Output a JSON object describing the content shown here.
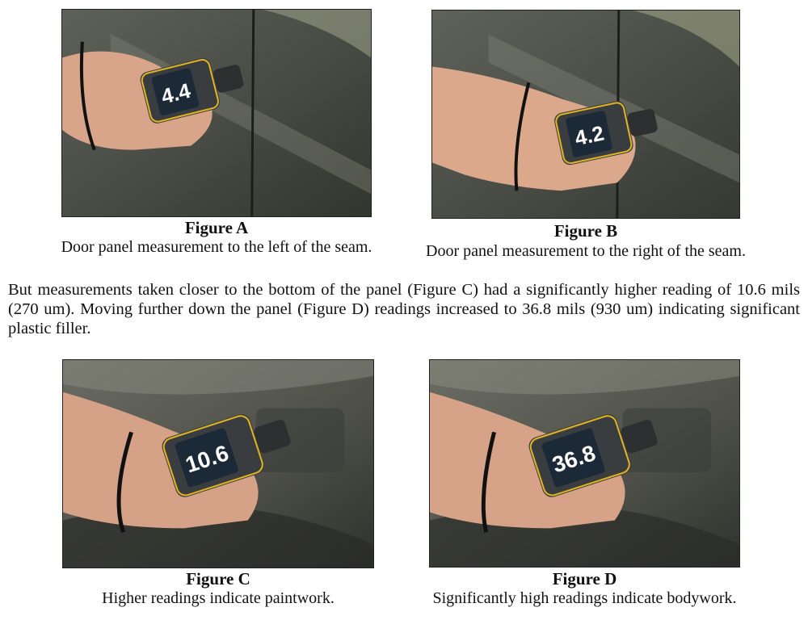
{
  "figures": [
    {
      "title": "Figure A",
      "caption": "Door panel measurement to the left of the seam.",
      "reading": "4.4"
    },
    {
      "title": "Figure B",
      "caption": "Door panel measurement to the right of the seam.",
      "reading": "4.2"
    },
    {
      "title": "Figure C",
      "caption": "Higher readings indicate paintwork.",
      "reading": "10.6"
    },
    {
      "title": "Figure D",
      "caption": "Significantly high readings indicate bodywork.",
      "reading": "36.8"
    }
  ],
  "paragraph": "But measurements taken closer to the bottom of the panel (Figure C) had a significantly higher reading of 10.6 mils (270 um). Moving further down the panel (Figure D) readings increased to 36.8 mils (930 um) indicating significant plastic filler."
}
